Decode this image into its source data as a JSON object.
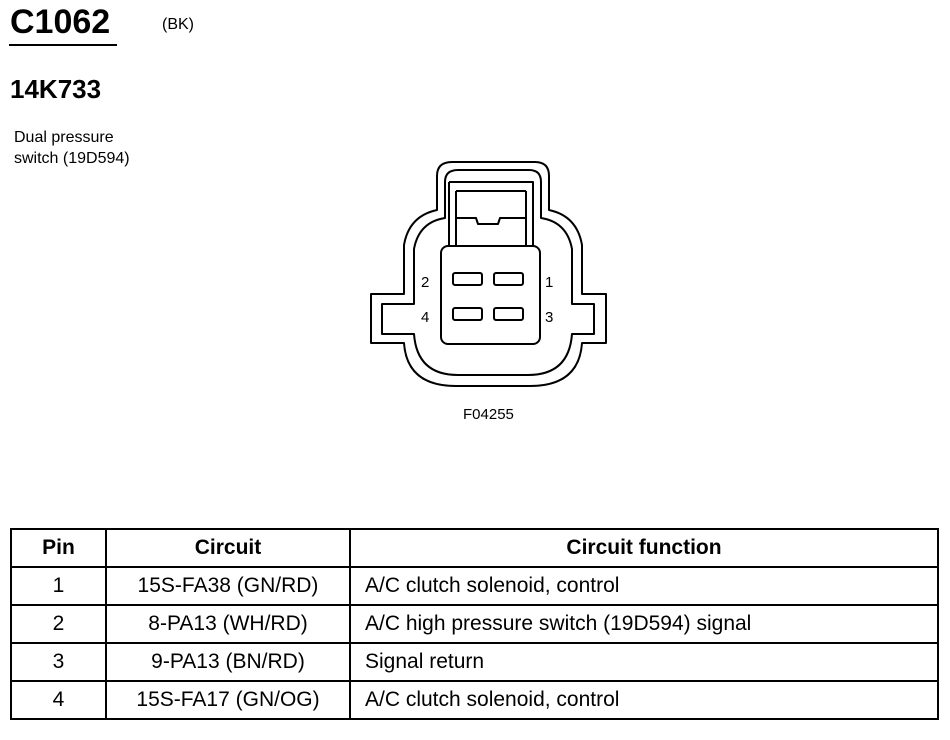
{
  "header": {
    "connector_id": "C1062",
    "connector_color": "(BK)",
    "part_number": "14K733",
    "component_description": "Dual pressure\nswitch (19D594)"
  },
  "diagram": {
    "pin_labels": [
      "1",
      "2",
      "3",
      "4"
    ],
    "figure_id": "F04255"
  },
  "table": {
    "headers": [
      "Pin",
      "Circuit",
      "Circuit function"
    ],
    "rows": [
      {
        "pin": "1",
        "circuit": "15S-FA38 (GN/RD)",
        "function": "A/C clutch solenoid, control"
      },
      {
        "pin": "2",
        "circuit": "8-PA13 (WH/RD)",
        "function": "A/C high pressure switch (19D594) signal"
      },
      {
        "pin": "3",
        "circuit": "9-PA13 (BN/RD)",
        "function": "Signal return"
      },
      {
        "pin": "4",
        "circuit": "15S-FA17 (GN/OG)",
        "function": "A/C clutch solenoid, control"
      }
    ]
  }
}
